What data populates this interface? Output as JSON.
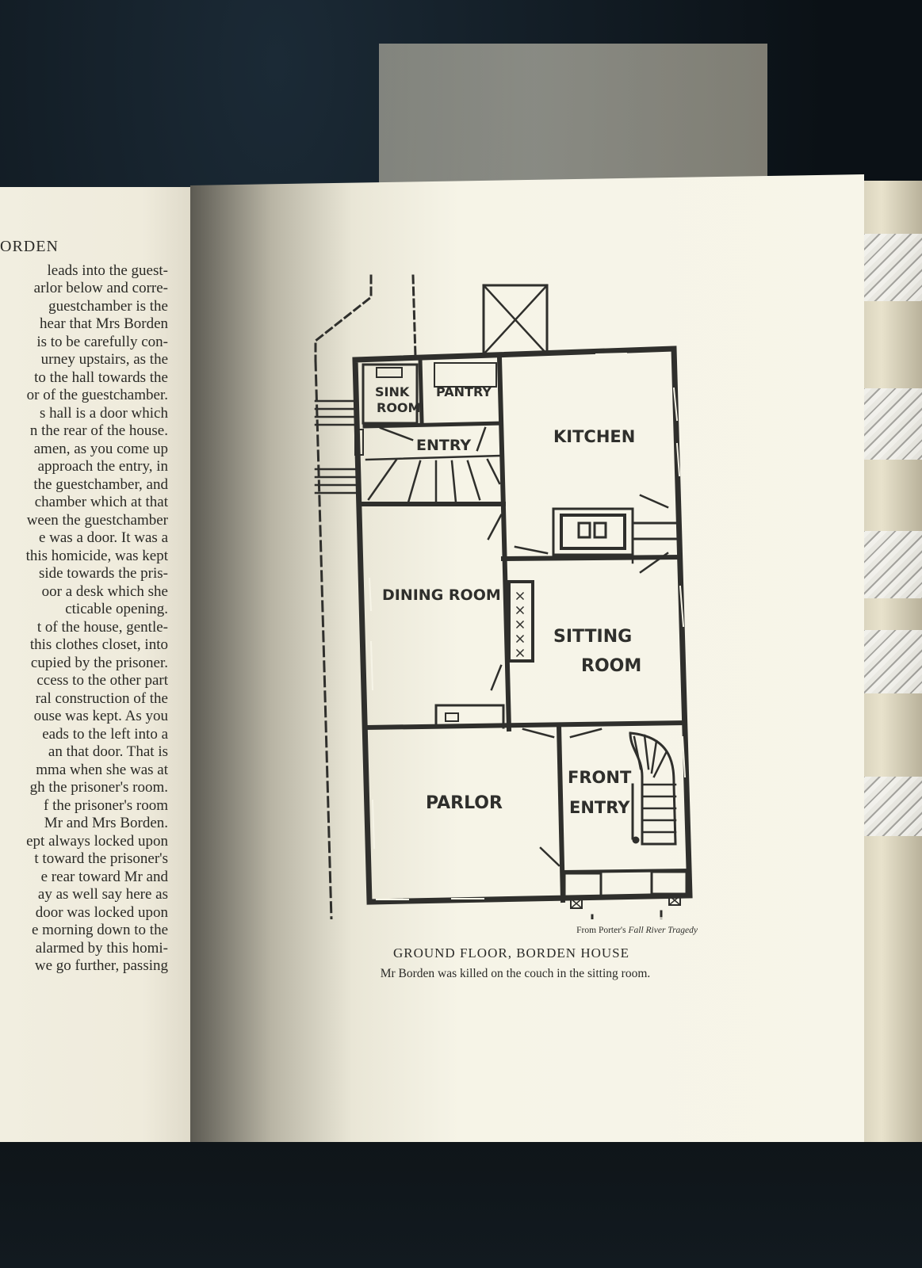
{
  "left_page": {
    "running_head": "ORDEN",
    "lines": [
      "leads into the guest-",
      "arlor below and corre-",
      "guestchamber is the",
      "hear that Mrs Borden",
      "is to be carefully con-",
      "urney upstairs, as the",
      "to the hall towards the",
      "or of the guestchamber.",
      "s hall is a door which",
      "n the rear of the house.",
      "amen, as you come up",
      "approach the entry, in",
      "the guestchamber, and",
      "chamber which at that",
      "ween the guestchamber",
      "e was a door. It was a",
      "this homicide, was kept",
      "side towards the pris-",
      "oor a desk which she",
      "cticable opening.",
      "t of the house, gentle-",
      "this clothes closet, into",
      "cupied by the prisoner.",
      "ccess to the other part",
      "ral construction of the",
      "ouse was kept. As you",
      "eads to the left into a",
      "an that door. That is",
      "mma when she was at",
      "gh the prisoner's room.",
      "f the prisoner's room",
      "Mr and Mrs Borden.",
      "ept always locked upon",
      "t toward the prisoner's",
      "e rear toward Mr and",
      "ay as well say here as",
      "door was locked upon",
      "e morning down to the",
      "alarmed by this homi-",
      "we go further, passing"
    ]
  },
  "floor_plan": {
    "rooms": {
      "sink_room_1": "SINK",
      "sink_room_2": "ROOM",
      "pantry": "PANTRY",
      "entry": "ENTRY",
      "kitchen": "KITCHEN",
      "dining_room": "DINING ROOM",
      "sitting_room_1": "SITTING",
      "sitting_room_2": "ROOM",
      "parlor": "PARLOR",
      "front_entry_1": "FRONT",
      "front_entry_2": "ENTRY"
    }
  },
  "credit": {
    "prefix": "From Porter's",
    "source": "Fall River Tragedy"
  },
  "caption": {
    "title": "GROUND FLOOR, BORDEN HOUSE",
    "subtitle": "Mr Borden was killed on the couch in the sitting room."
  },
  "colors": {
    "ink": "#2f2f2c",
    "paper": "#f6f4e7",
    "background": "#0e1418"
  }
}
